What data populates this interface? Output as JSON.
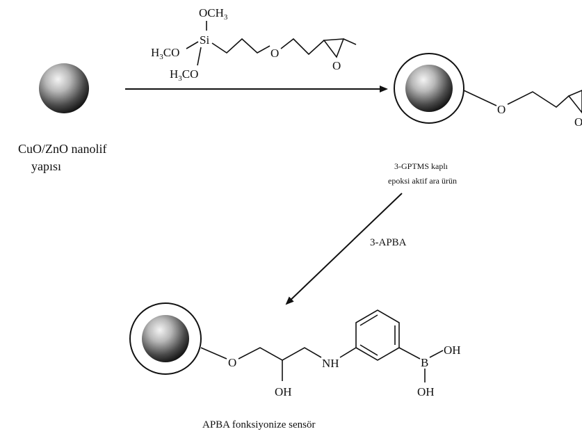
{
  "labels": {
    "start": [
      "CuO/ZnO nanolif",
      "yapısı"
    ],
    "intermediate": [
      "3-GPTMS kaplı",
      "epoksi aktif ara ürün"
    ],
    "reagent2": "3-APBA",
    "product": "APBA fonksiyonize sensör"
  },
  "reagent1": {
    "och3": "OCH",
    "och3_sub": "3",
    "si": "Si",
    "h3co_1_h": "H",
    "h3co_1_sub": "3",
    "h3co_1_rest": "CO",
    "h3co_2_h": "H",
    "h3co_2_sub": "3",
    "h3co_2_rest": "CO",
    "o_ether": "O",
    "o_epoxide": "O"
  },
  "intermediate_chem": {
    "o_ether": "O",
    "o_epoxide": "O"
  },
  "product_chem": {
    "o_ether": "O",
    "oh_chain": "OH",
    "nh": "NH",
    "b": "B",
    "oh_b1": "OH",
    "oh_b2": "OH"
  },
  "colors": {
    "sphere_light": "#f2f2f2",
    "sphere_dark": "#1a1a1a",
    "line": "#111111"
  }
}
